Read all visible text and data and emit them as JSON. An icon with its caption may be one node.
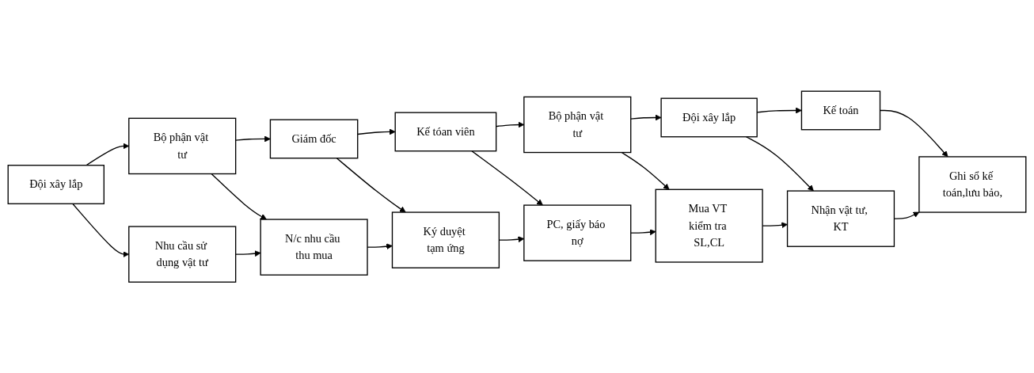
{
  "diagram": {
    "nodes": [
      {
        "text": [
          "Đội xây lắp"
        ]
      },
      {
        "text": [
          "Bộ phận vật tư"
        ]
      },
      {
        "text": [
          "Giám đốc"
        ]
      },
      {
        "text": [
          "Kế tóan viên"
        ]
      },
      {
        "text": [
          "Bộ phận vật tư"
        ]
      },
      {
        "text": [
          "Đội xây lắp"
        ]
      },
      {
        "text": [
          "Kế toán"
        ]
      },
      {
        "text": [
          "Nhu cầu sử dụng vật tư"
        ]
      },
      {
        "text": [
          "N/c nhu cầu thu mua"
        ]
      },
      {
        "text": [
          "Ký duyệt tạm ứng"
        ]
      },
      {
        "text": [
          "PC, giấy báo nợ"
        ]
      },
      {
        "text": [
          "Mua VT kiểm tra SL,CL"
        ]
      },
      {
        "text": [
          "Nhận vật tư, KT"
        ]
      },
      {
        "text": [
          "Ghi sổ kế toán,lưu bảo,"
        ]
      }
    ],
    "edges": [
      {
        "from": 0,
        "to": 1,
        "arrow": "to"
      },
      {
        "from": 1,
        "to": 2,
        "arrow": "to"
      },
      {
        "from": 2,
        "to": 3,
        "arrow": "to"
      },
      {
        "from": 3,
        "to": 4,
        "arrow": "to"
      },
      {
        "from": 4,
        "to": 5,
        "arrow": "to"
      },
      {
        "from": 5,
        "to": 6,
        "arrow": "to"
      },
      {
        "from": 0,
        "to": 7,
        "arrow": "to"
      },
      {
        "from": 1,
        "to": 8,
        "arrow": "to"
      },
      {
        "from": 2,
        "to": 9,
        "arrow": "to"
      },
      {
        "from": 3,
        "to": 10,
        "arrow": "to"
      },
      {
        "from": 4,
        "to": 11,
        "arrow": "to"
      },
      {
        "from": 5,
        "to": 12,
        "arrow": "to"
      },
      {
        "from": 6,
        "to": 13,
        "arrow": "to"
      },
      {
        "from": 7,
        "to": 8,
        "arrow": "to"
      },
      {
        "from": 8,
        "to": 9,
        "arrow": "to"
      },
      {
        "from": 9,
        "to": 10,
        "arrow": "to"
      },
      {
        "from": 10,
        "to": 11,
        "arrow": "to"
      },
      {
        "from": 11,
        "to": 12,
        "arrow": "to"
      },
      {
        "from": 12,
        "to": 13,
        "arrow": "to"
      }
    ]
  }
}
